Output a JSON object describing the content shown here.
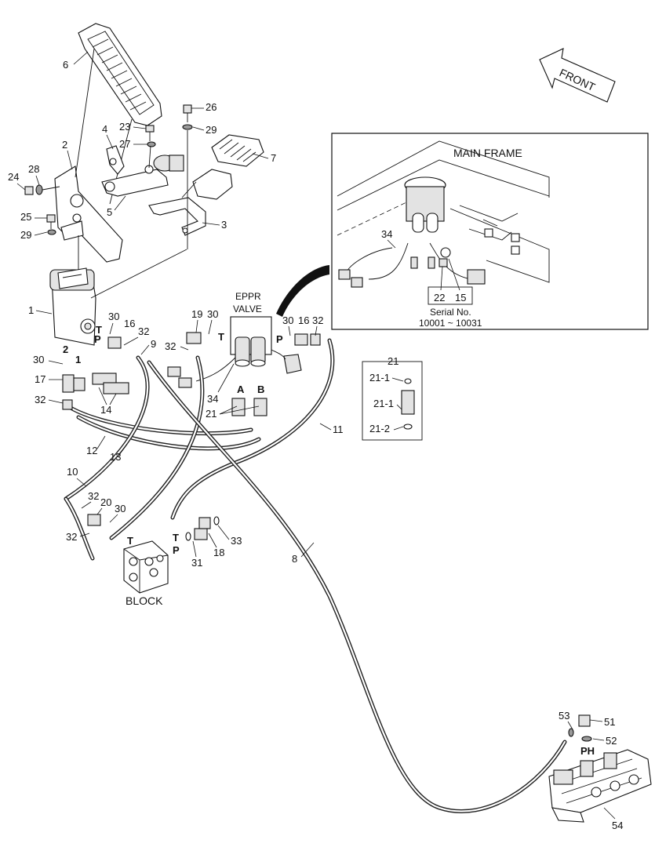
{
  "labels": {
    "front": "FRONT",
    "eppr_valve_line1": "EPPR",
    "eppr_valve_line2": "VALVE",
    "main_frame": "MAIN FRAME",
    "block": "BLOCK",
    "serial_no": "Serial No.",
    "serial_range": "10001 ~ 10031",
    "port_t1": "T",
    "port_p1": "P",
    "port_t2": "T",
    "port_p2": "P",
    "port_t3": "T",
    "port_p3": "P",
    "port_a": "A",
    "port_b": "B",
    "port_2": "2",
    "port_1": "1",
    "port_t4": "T",
    "port_ph": "PH"
  },
  "callouts": {
    "c1": "1",
    "c2": "2",
    "c3": "3",
    "c4": "4",
    "c5": "5",
    "c6": "6",
    "c7": "7",
    "c8": "8",
    "c9": "9",
    "c10": "10",
    "c11": "11",
    "c12": "12",
    "c13": "13",
    "c14": "14",
    "c15": "15",
    "c16a": "16",
    "c16b": "16",
    "c17": "17",
    "c18": "18",
    "c19": "19",
    "c20": "20",
    "c21": "21",
    "c21box": "21",
    "c21_1a": "21-1",
    "c21_1b": "21-1",
    "c21_2": "21-2",
    "c22": "22",
    "c23": "23",
    "c24": "24",
    "c25": "25",
    "c26": "26",
    "c27": "27",
    "c28": "28",
    "c29a": "29",
    "c29b": "29",
    "c30a": "30",
    "c30b": "30",
    "c30c": "30",
    "c30d": "30",
    "c30e": "30",
    "c31": "31",
    "c32a": "32",
    "c32b": "32",
    "c32c": "32",
    "c32d": "32",
    "c32e": "32",
    "c32f": "32",
    "c33": "33",
    "c34a": "34",
    "c34b": "34",
    "c51": "51",
    "c52": "52",
    "c53": "53",
    "c54": "54"
  }
}
